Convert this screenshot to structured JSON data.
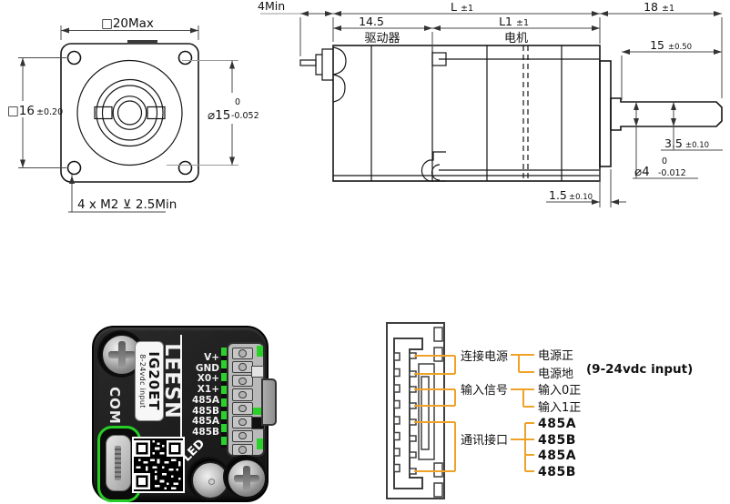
{
  "front_view": {
    "dim_top": "□20Max",
    "dim_left_val": "□16",
    "dim_left_tol": "±0.20",
    "dim_right_val": "⌀15",
    "dim_right_tol_top": "0",
    "dim_right_tol_bottom": "-0.052",
    "thread_note": "4 x  M2 ⊻ 2.5Min"
  },
  "side_view": {
    "dim_4min": "4Min",
    "dim_total_val": "L",
    "dim_total_tol": "±1",
    "dim_right_val": "18",
    "dim_right_tol": "±1",
    "dim_driver": "14.5",
    "dim_motor_val": "L1",
    "dim_motor_tol": "±1",
    "driver_label": "驱动器",
    "motor_label": "电机",
    "dim_shaft_len_val": "15",
    "dim_shaft_len_tol": "±0.50",
    "dim_flat_val": "3.5",
    "dim_flat_tol": "±0.10",
    "dim_shaft_dia": "⌀4",
    "dim_shaft_dia_tol_top": "0",
    "dim_shaft_dia_tol_bottom": "-0.012",
    "dim_boss_val": "1.5",
    "dim_boss_tol": "±0.10"
  },
  "device": {
    "com_label": "COM",
    "brand": "LEESN",
    "model": "IG20ET",
    "power_note": "8-24vdc input",
    "led_label": "LED",
    "pins": [
      "V+",
      "GND",
      "X0+",
      "X1+",
      "485A",
      "485B",
      "485A",
      "485B"
    ]
  },
  "pinout": {
    "wire_color": "#F0A228",
    "note_color": "#1B4AA2",
    "note": "(9-24vdc input)",
    "groups": [
      {
        "label": "连接电源",
        "pins": [
          "电源正",
          "电源地"
        ]
      },
      {
        "label": "输入信号",
        "pins": [
          "输入0正",
          "输入1正"
        ]
      },
      {
        "label": "通讯接口",
        "pins": [
          "485A",
          "485B",
          "485A",
          "485B"
        ]
      }
    ]
  }
}
